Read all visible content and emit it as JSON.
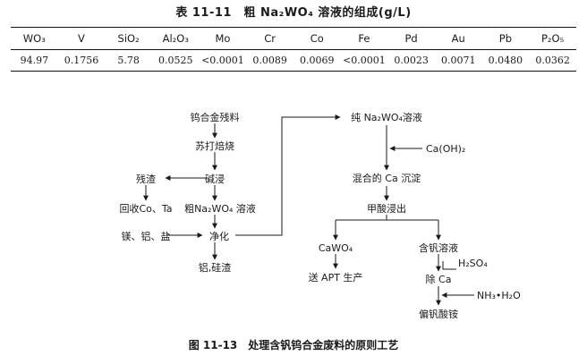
{
  "table": {
    "title": "表 11-11　粗 Na₂WO₄ 溶液的组成(g/L)",
    "headers": [
      "WO₃",
      "V",
      "SiO₂",
      "Al₂O₃",
      "Mo",
      "Cr",
      "Co",
      "Fe",
      "Pd",
      "Au",
      "Pb",
      "P₂O₅"
    ],
    "values": [
      "94.97",
      "0.1756",
      "5.78",
      "0.0525",
      "<0.0001",
      "0.0089",
      "0.0069",
      "<0.0001",
      "0.0023",
      "0.0071",
      "0.0480",
      "0.0362"
    ]
  },
  "flow": {
    "n_start": "钨合金残料",
    "n_roast": "苏打焙烧",
    "n_leach": "碱浸",
    "n_residue": "残渣",
    "n_recover": "回收Co、Ta",
    "n_crude": "粗Na₂WO₄ 溶液",
    "n_reagents": "镁、铝、盐",
    "n_purify": "净化",
    "n_slag": "铝,硅渣",
    "n_pure": "纯 Na₂WO₄溶液",
    "n_caoh": "Ca(OH)₂",
    "n_mixed": "混合的 Ca 沉淀",
    "n_formic": "甲酸浸出",
    "n_cawo4": "CaWO₄",
    "n_vsol": "含钒溶液",
    "n_apt": "送 APT 生产",
    "n_h2so4": "H₂SO₄",
    "n_removeca": "除 Ca",
    "n_nh3": "NH₃•H₂O",
    "n_product": "偏钒酸铵"
  },
  "caption": "图 11-13　处理含钒钨合金废料的原则工艺"
}
